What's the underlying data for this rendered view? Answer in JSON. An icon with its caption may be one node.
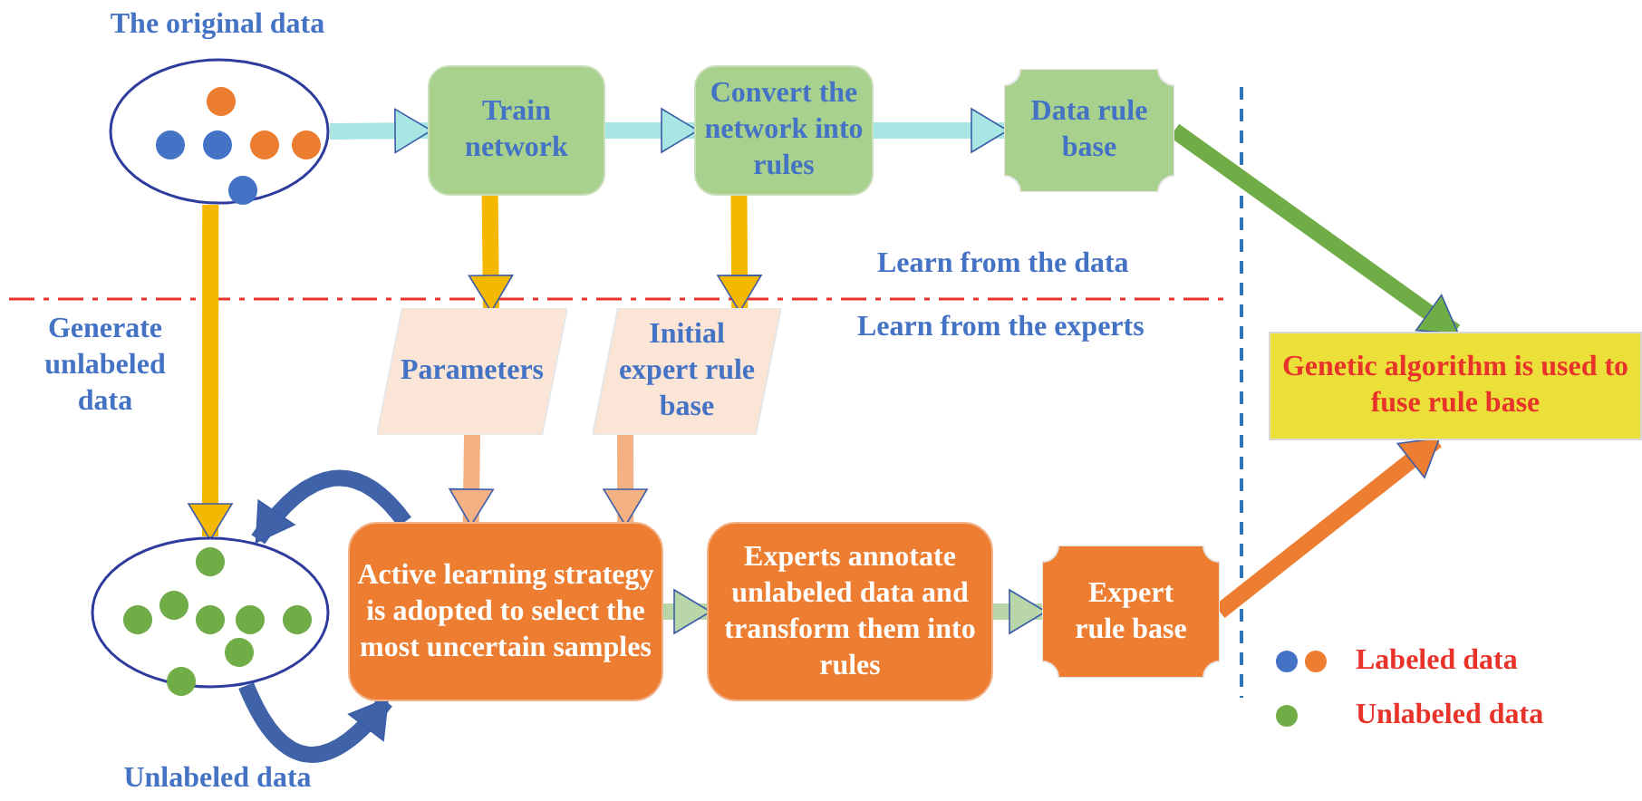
{
  "diagram": {
    "nodes": [
      {
        "text": [],
        "shape": "ellipse",
        "beside": [
          "The original data"
        ]
      },
      {
        "text": [
          "Train network"
        ]
      },
      {
        "text": [
          "Convert the network into rules"
        ]
      },
      {
        "text": [
          "Data rule base"
        ]
      },
      {
        "text": [
          "Parameters"
        ]
      },
      {
        "text": [
          "Initial expert rule base"
        ]
      },
      {
        "text": [],
        "shape": "ellipse",
        "beside": [
          "Unlabeled data"
        ]
      },
      {
        "text": [
          "Active learning strategy is adopted to select the most uncertain samples"
        ]
      },
      {
        "text": [
          "Experts annotate unlabeled data and transform them into rules"
        ]
      },
      {
        "text": [
          "Expert rule base"
        ]
      },
      {
        "text": [
          "Genetic algorithm is used to fuse rule base"
        ]
      }
    ],
    "edges": [
      {
        "from": 0,
        "to": 1,
        "arrow": "to",
        "color": "#a8e6e3"
      },
      {
        "from": 1,
        "to": 2,
        "arrow": "to",
        "color": "#a8e6e3"
      },
      {
        "from": 2,
        "to": 3,
        "arrow": "to",
        "color": "#a8e6e3"
      },
      {
        "from": 3,
        "to": 10,
        "arrow": "to",
        "color": "#70ad47"
      },
      {
        "from": 1,
        "to": 4,
        "arrow": "to",
        "color": "#f5b800"
      },
      {
        "from": 2,
        "to": 5,
        "arrow": "to",
        "color": "#f5b800"
      },
      {
        "from": 0,
        "to": 6,
        "arrow": "to",
        "label": "Generate unlabeled data",
        "color": "#f5b800"
      },
      {
        "from": 4,
        "to": 7,
        "arrow": "to",
        "color": "#f4b183"
      },
      {
        "from": 5,
        "to": 7,
        "arrow": "to",
        "color": "#f4b183"
      },
      {
        "from": 6,
        "to": 7,
        "arrow": "to",
        "color": "#3f62a8"
      },
      {
        "from": 7,
        "to": 6,
        "arrow": "to",
        "color": "#3f62a8"
      },
      {
        "from": 7,
        "to": 8,
        "arrow": "to",
        "color": "#b9d6a8"
      },
      {
        "from": 8,
        "to": 9,
        "arrow": "to",
        "color": "#b9d6a8"
      },
      {
        "from": 9,
        "to": 10,
        "arrow": "to",
        "color": "#ed7d31"
      }
    ],
    "labels": [
      "Learn from the data",
      "Learn from the experts"
    ],
    "legend": [
      {
        "text": "Labeled data"
      },
      {
        "text": "Unlabeled data",
        "color": "#70ad47"
      }
    ]
  }
}
